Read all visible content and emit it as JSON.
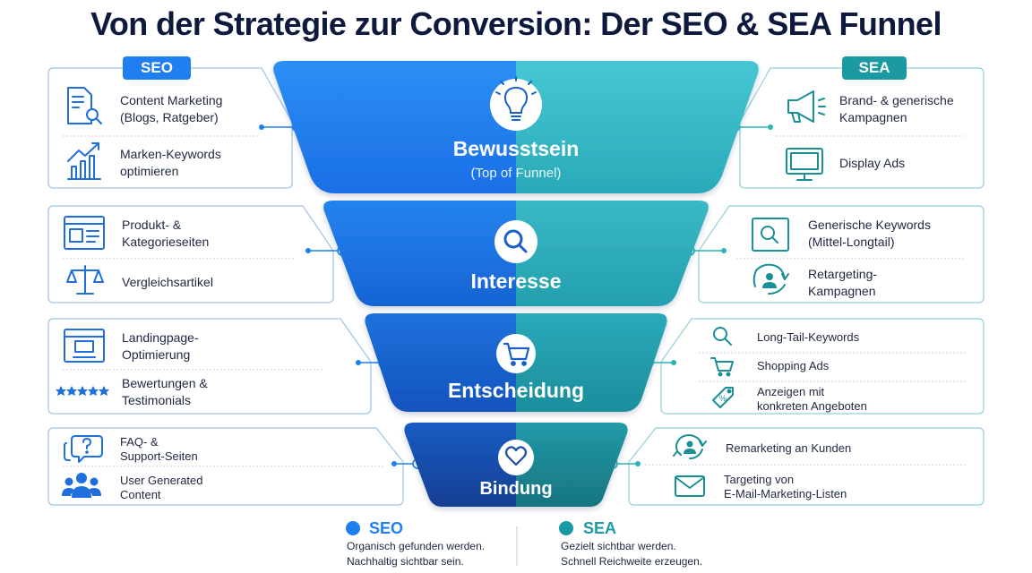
{
  "title": "Von der Strategie zur Conversion: Der SEO & SEA Funnel",
  "colors": {
    "seo": "#1f7ff0",
    "sea": "#2bb3b8",
    "seo_dark": "#1a4fa8",
    "sea_dark": "#1a8a93",
    "text": "#0e1a3d"
  },
  "seo_badge": "SEO",
  "sea_badge": "SEA",
  "stages": [
    {
      "title": "Bewusstsein",
      "subtitle": "(Top of Funnel)",
      "icon": "lightbulb-icon",
      "seo": [
        {
          "icon": "document-search-icon",
          "text": "Content Marketing\n(Blogs, Ratgeber)"
        },
        {
          "icon": "chart-growth-icon",
          "text": "Marken-Keywords\noptimieren"
        }
      ],
      "sea": [
        {
          "icon": "megaphone-icon",
          "text": "Brand- & generische\nKampagnen"
        },
        {
          "icon": "monitor-icon",
          "text": "Display Ads"
        }
      ]
    },
    {
      "title": "Interesse",
      "subtitle": "",
      "icon": "magnifier-icon",
      "seo": [
        {
          "icon": "browser-layout-icon",
          "text": "Produkt- &\nKategorieseiten"
        },
        {
          "icon": "scales-icon",
          "text": "Vergleichsartikel"
        }
      ],
      "sea": [
        {
          "icon": "search-box-icon",
          "text": "Generische Keywords\n(Mittel-Longtail)"
        },
        {
          "icon": "retargeting-user-icon",
          "text": "Retargeting-\nKampagnen"
        }
      ]
    },
    {
      "title": "Entscheidung",
      "subtitle": "",
      "icon": "cart-icon",
      "seo": [
        {
          "icon": "landingpage-icon",
          "text": "Landingpage-\nOptimierung"
        },
        {
          "icon": "stars-icon",
          "text": "Bewertungen &\nTestimonials"
        }
      ],
      "sea": [
        {
          "icon": "search-icon",
          "text": "Long-Tail-Keywords"
        },
        {
          "icon": "shopping-cart-icon",
          "text": "Shopping Ads"
        },
        {
          "icon": "price-tag-icon",
          "text": "Anzeigen mit\nkonkreten Angeboten"
        }
      ]
    },
    {
      "title": "Bindung",
      "subtitle": "",
      "icon": "heart-icon",
      "seo": [
        {
          "icon": "faq-chat-icon",
          "text": "FAQ- &\nSupport-Seiten"
        },
        {
          "icon": "user-group-icon",
          "text": "User Generated\nContent"
        }
      ],
      "sea": [
        {
          "icon": "remarketing-user-icon",
          "text": "Remarketing an Kunden"
        },
        {
          "icon": "email-icon",
          "text": "Targeting von\nE-Mail-Marketing-Listen"
        }
      ]
    }
  ],
  "legend": {
    "seo": {
      "title": "SEO",
      "text": "Organisch gefunden werden.\nNachhaltig sichtbar sein."
    },
    "sea": {
      "title": "SEA",
      "text": "Gezielt sichtbar werden.\nSchnell Reichweite erzeugen."
    }
  }
}
